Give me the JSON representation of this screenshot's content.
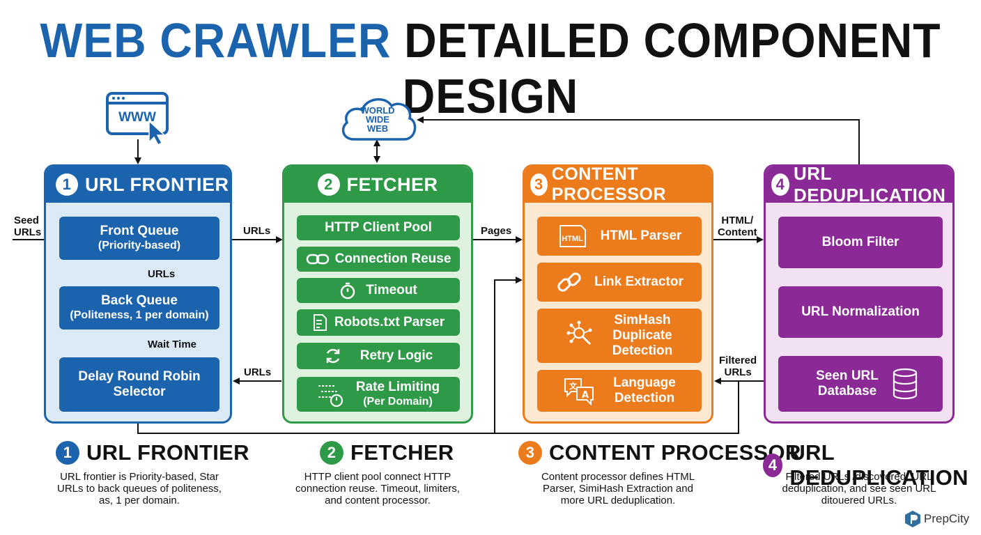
{
  "title": {
    "part1": "WEB CRAWLER",
    "part2": "DETAILED COMPONENT DESIGN"
  },
  "www_icon": {
    "label": "WWW"
  },
  "cloud": {
    "line1": "WORLD",
    "line2": "WIDE",
    "line3": "WEB"
  },
  "panels": {
    "frontier": {
      "num": "1",
      "title": "URL FRONTIER",
      "color": "#1b63ad",
      "bg": "#dce9f7",
      "front_queue": {
        "label": "Front Queue",
        "sub": "(Priority-based)"
      },
      "back_queue": {
        "label": "Back Queue",
        "sub": "(Politeness, 1 per domain)"
      },
      "selector": {
        "line1": "Delay Round Robin",
        "line2": "Selector"
      },
      "arrow_urls": "URLs",
      "arrow_wait": "Wait Time"
    },
    "fetcher": {
      "num": "2",
      "title": "FETCHER",
      "color": "#2e9a48",
      "bg": "#dff2e0",
      "items": [
        "HTTP Client Pool",
        "Connection Reuse",
        "Timeout",
        "Robots.txt Parser",
        "Retry Logic"
      ],
      "rate": {
        "label": "Rate Limiting",
        "sub": "(Per Domain)"
      }
    },
    "processor": {
      "num": "3",
      "title": "CONTENT PROCESSOR",
      "color": "#ec7b1c",
      "bg": "#fde8d2",
      "html_parser": "HTML Parser",
      "html_icon_text": "HTML",
      "link_extractor": "Link Extractor",
      "simhash": {
        "line1": "SimHash",
        "line2": "Duplicate",
        "line3": "Detection"
      },
      "language": {
        "line1": "Language",
        "line2": "Detection"
      }
    },
    "dedup": {
      "num": "4",
      "title": "URL DEDUPLICATION",
      "color": "#8b2a96",
      "bg": "#f1e1f3",
      "bloom": "Bloom Filter",
      "normalization": "URL Normalization",
      "seen": {
        "line1": "Seen URL",
        "line2": "Database"
      }
    }
  },
  "flow_labels": {
    "seed": {
      "line1": "Seed",
      "line2": "URLs"
    },
    "urls_to_fetcher": "URLs",
    "urls_back": "URLs",
    "pages": "Pages",
    "html_content": {
      "line1": "HTML/",
      "line2": "Content"
    },
    "filtered": {
      "line1": "Filtered",
      "line2": "URLs"
    }
  },
  "bottom": [
    {
      "num": "1",
      "title": "URL FRONTIER",
      "color": "#1b63ad",
      "lines": [
        "URL frontier is Priority-based, Star",
        "URLs to back queues of politeness,",
        "as, 1 per domain."
      ]
    },
    {
      "num": "2",
      "title": "FETCHER",
      "color": "#2e9a48",
      "lines": [
        "HTTP client pool connect HTTP",
        "connection reuse. Timeout, limiters,",
        "and content processor."
      ]
    },
    {
      "num": "3",
      "title": "CONTENT PROCESSOR",
      "color": "#ec7b1c",
      "lines": [
        "Content processor defines HTML",
        "Parser, SimiHash Extraction and",
        "more URL deduplication."
      ]
    },
    {
      "num": "4",
      "title": "URL DEDUPLICATION",
      "color": "#8b2a96",
      "lines": [
        "Filtered URLs /discovered, URL",
        "deduplication, and see seen URL",
        "ditouered URLs."
      ]
    }
  ],
  "brand": "PrepCity"
}
